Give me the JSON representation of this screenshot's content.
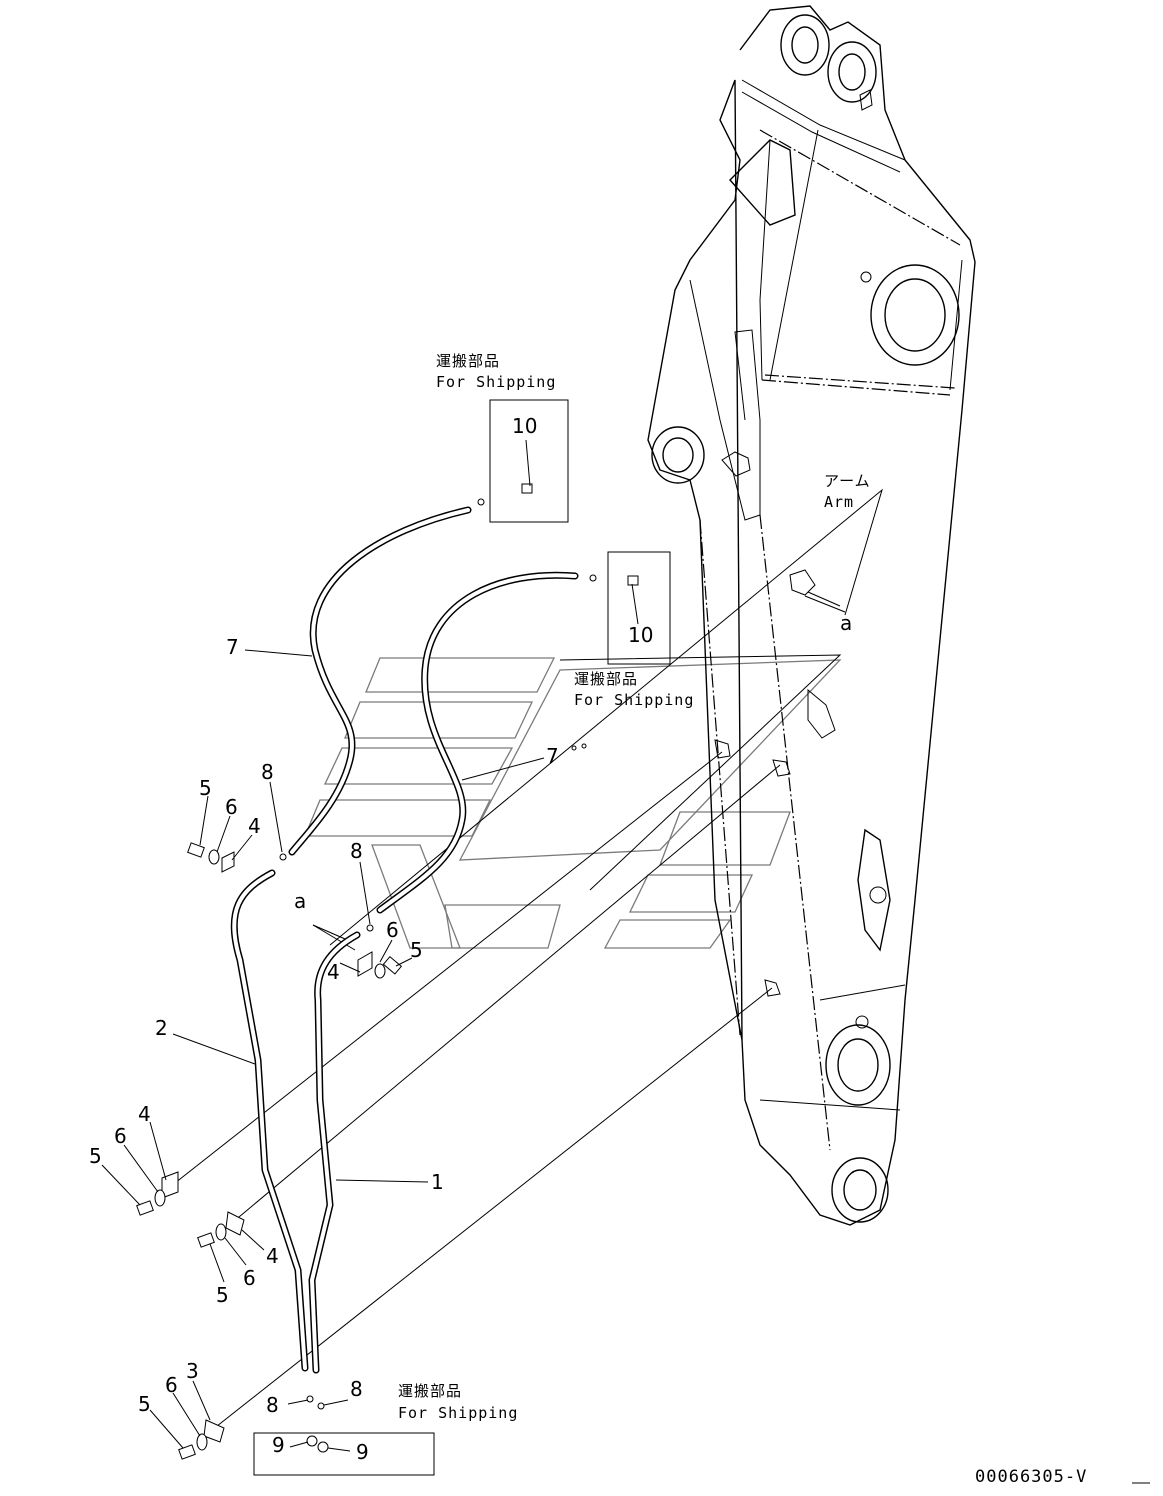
{
  "shipping_label_jp": "運搬部品",
  "shipping_label_en": "For Shipping",
  "arm_label_jp": "アーム",
  "arm_label_en": "Arm",
  "detail_marker": "a",
  "drawing_code": "00066305-V",
  "part_numbers": {
    "p1": "1",
    "p2": "2",
    "p3": "3",
    "p4": "4",
    "p5": "5",
    "p6": "6",
    "p7": "7",
    "p8": "8",
    "p9": "9",
    "p10": "10"
  }
}
